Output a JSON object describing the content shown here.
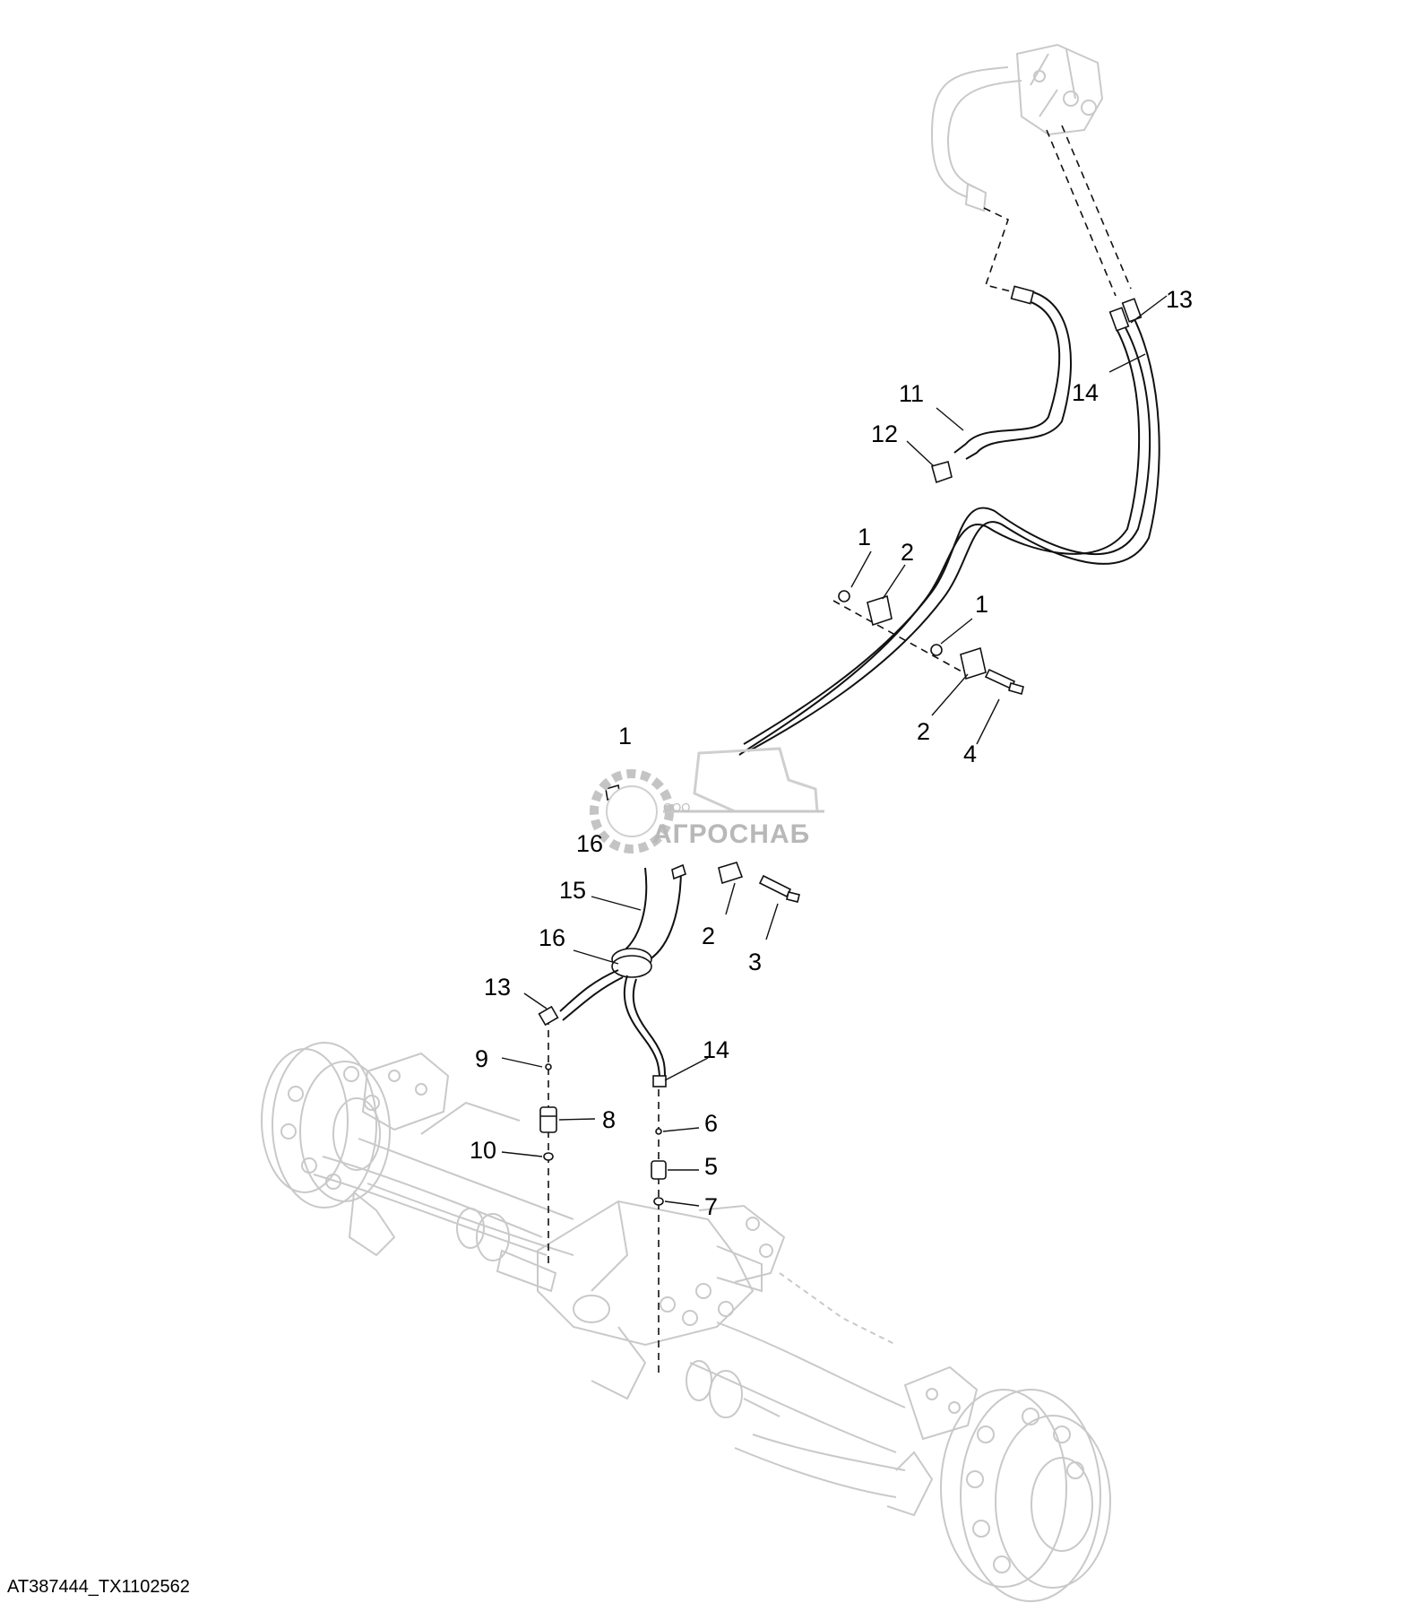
{
  "figure_id": "AT387444_TX1102562",
  "watermark": {
    "small": "ООО",
    "name": "АГРОСНАБ"
  },
  "callouts": [
    {
      "key": "c1a",
      "label": "1"
    },
    {
      "key": "c2a",
      "label": "2"
    },
    {
      "key": "c1b",
      "label": "1"
    },
    {
      "key": "c2b",
      "label": "2"
    },
    {
      "key": "c4",
      "label": "4"
    },
    {
      "key": "c1c",
      "label": "1"
    },
    {
      "key": "c11",
      "label": "11"
    },
    {
      "key": "c12",
      "label": "12"
    },
    {
      "key": "c13a",
      "label": "13"
    },
    {
      "key": "c14a",
      "label": "14"
    },
    {
      "key": "c16a",
      "label": "16"
    },
    {
      "key": "c15",
      "label": "15"
    },
    {
      "key": "c16b",
      "label": "16"
    },
    {
      "key": "c2c",
      "label": "2"
    },
    {
      "key": "c3",
      "label": "3"
    },
    {
      "key": "c13b",
      "label": "13"
    },
    {
      "key": "c14b",
      "label": "14"
    },
    {
      "key": "c9",
      "label": "9"
    },
    {
      "key": "c8",
      "label": "8"
    },
    {
      "key": "c10",
      "label": "10"
    },
    {
      "key": "c6",
      "label": "6"
    },
    {
      "key": "c5",
      "label": "5"
    },
    {
      "key": "c7",
      "label": "7"
    }
  ]
}
